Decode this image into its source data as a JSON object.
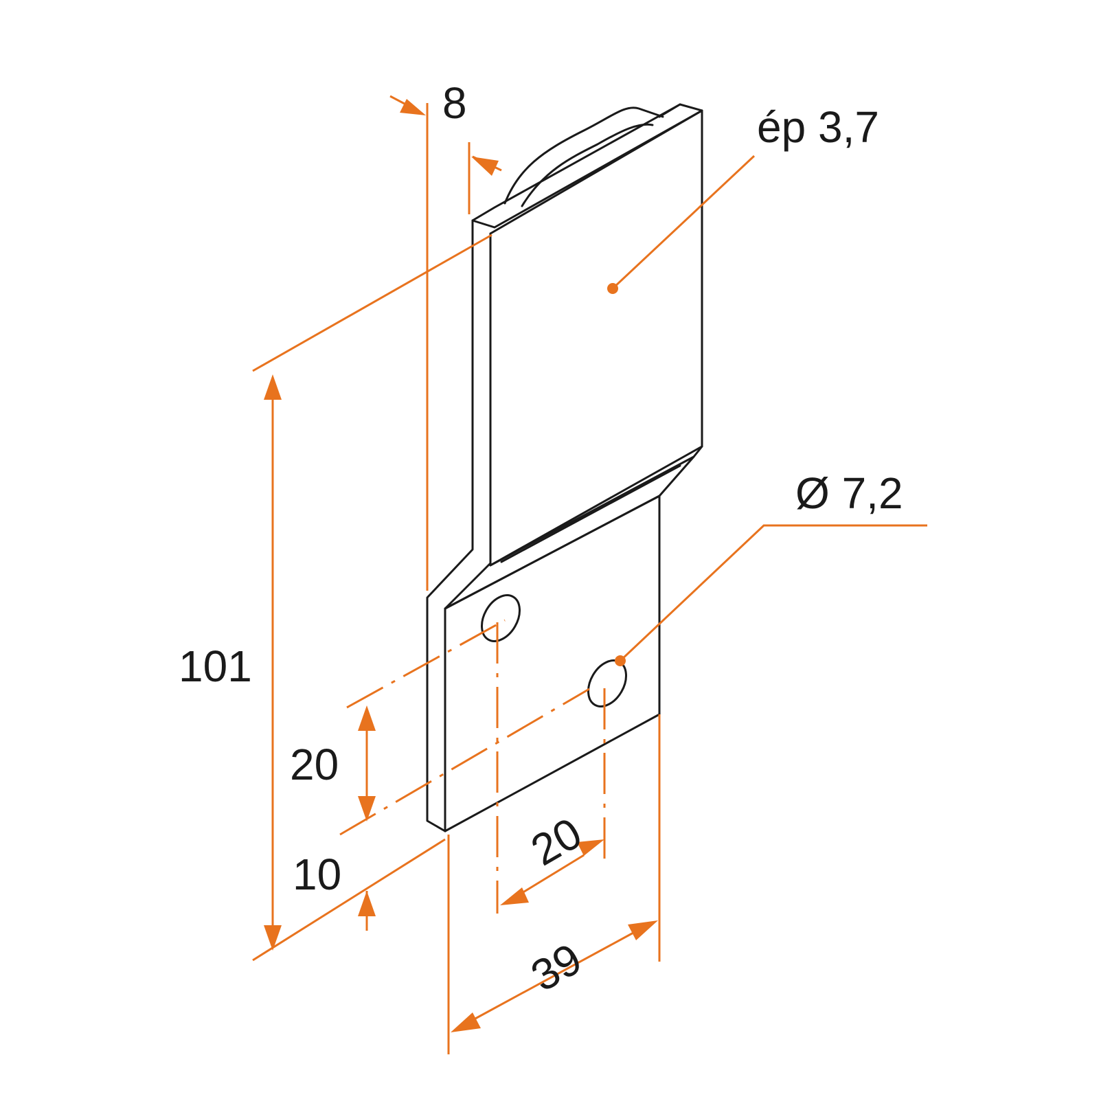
{
  "colors": {
    "accent": "#e8731e",
    "outline": "#1a1a1a",
    "background": "#ffffff"
  },
  "labels": {
    "thickness": "ép 3,7",
    "hole_diameter": "Ø 7,2",
    "flange_width": "8",
    "total_height": "101",
    "hole_spacing_vertical": "20",
    "hole_offset_bottom": "10",
    "hole_spacing_horizontal": "20",
    "total_width": "39"
  }
}
